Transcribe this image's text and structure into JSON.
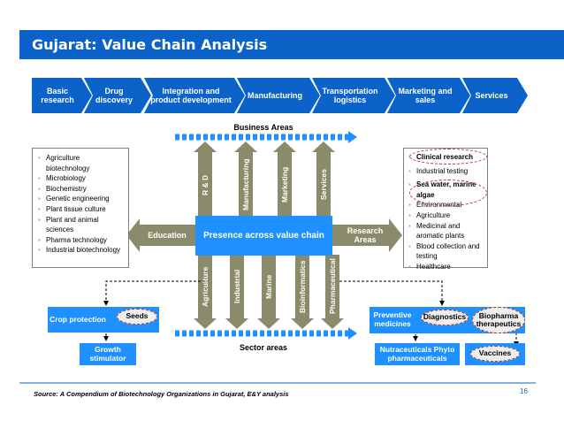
{
  "title": "Gujarat: Value Chain Analysis",
  "value_chain": [
    {
      "label": "Basic research"
    },
    {
      "label": "Drug discovery"
    },
    {
      "label": "Integration and product development"
    },
    {
      "label": "Manufacturing"
    },
    {
      "label": "Transportation logistics"
    },
    {
      "label": "Marketing and sales"
    },
    {
      "label": "Services"
    }
  ],
  "business_areas_label": "Business Areas",
  "sector_areas_label": "Sector areas",
  "center_label": "Presence across value chain",
  "education_label": "Education",
  "research_areas_label": "Research Areas",
  "business_areas": [
    "R & D",
    "Manufacturing",
    "Marketing",
    "Services"
  ],
  "sectors": [
    "Agriculture",
    "Industrial",
    "Marine",
    "Bioinformatics",
    "Pharmaceutical"
  ],
  "education_items": [
    "Agriculture biotechnology",
    "Microbiology",
    "Biochemistry",
    "Genetic engineering",
    "Plant tissue culture",
    "Plant and animal sciences",
    "Pharma technology",
    "Industrial biotechnology"
  ],
  "research_items": [
    "Clinical research",
    "Industrial testing",
    "Sea water, marine algae",
    "Environmental",
    "Agriculture",
    "Medicinal and aromatic plants",
    "Blood collection and testing",
    "Healthcare"
  ],
  "agri_boxes": {
    "crop_protection": "Crop protection",
    "seeds": "Seeds",
    "growth_stimulator": "Growth stimulator"
  },
  "pharma_boxes": {
    "preventive_medicines": "Preventive medicines",
    "diagnostics": "Diagnostics",
    "biopharma": "Biopharma therapeutics",
    "nutraceuticals": "Nutraceuticals Phyto pharmaceuticals",
    "vaccines": "Vaccines"
  },
  "source": "Source: A Compendium of Biotechnology Organizations in Gujarat, E&Y analysis",
  "page_number": "16",
  "colors": {
    "banner": "#0b63c9",
    "bright_blue": "#1e90ff",
    "olive": "#8b8b6b",
    "highlight_border": "#c0392b"
  }
}
